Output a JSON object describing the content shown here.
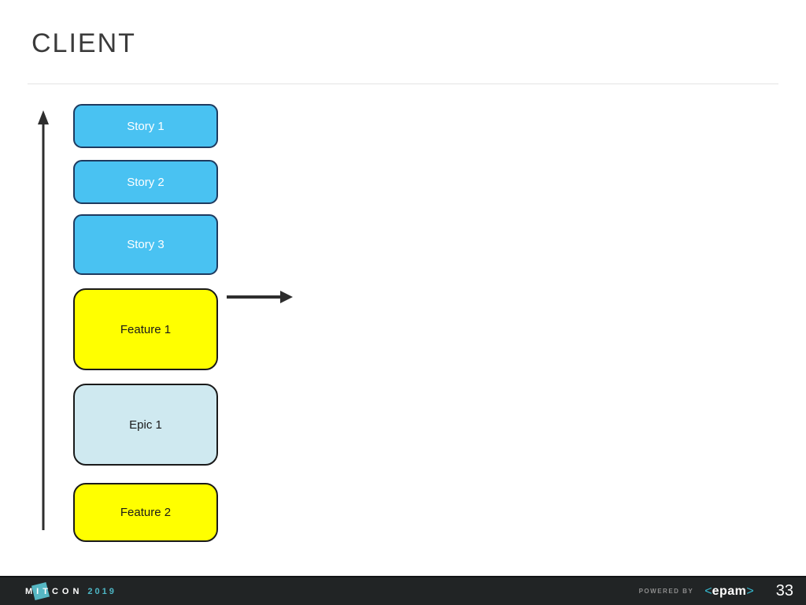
{
  "slide": {
    "title": "CLIENT",
    "page_number": "33"
  },
  "diagram": {
    "boxes": [
      {
        "label": "Story 1",
        "type": "story"
      },
      {
        "label": "Story 2",
        "type": "story"
      },
      {
        "label": "Story 3",
        "type": "story"
      },
      {
        "label": "Feature 1",
        "type": "feature"
      },
      {
        "label": "Epic 1",
        "type": "epic"
      },
      {
        "label": "Feature 2",
        "type": "feature"
      }
    ],
    "arrows": [
      {
        "name": "vertical-axis-arrow",
        "direction": "up"
      },
      {
        "name": "feature1-output-arrow",
        "direction": "right"
      }
    ]
  },
  "colors": {
    "story_fill": "#49c2f2",
    "story_border": "#1e3a5f",
    "feature_fill": "#ffff00",
    "epic_fill": "#cfe9f0",
    "dark_border": "#1a1a1a",
    "arrow": "#2e2e2e",
    "footer_bg": "#212425",
    "accent_teal": "#4db7c6"
  },
  "footer": {
    "logo_text": "MITCON",
    "logo_year": "2019",
    "powered_by": "POWERED BY",
    "epam_open": "<",
    "epam_name": "epam",
    "epam_close": ">"
  }
}
